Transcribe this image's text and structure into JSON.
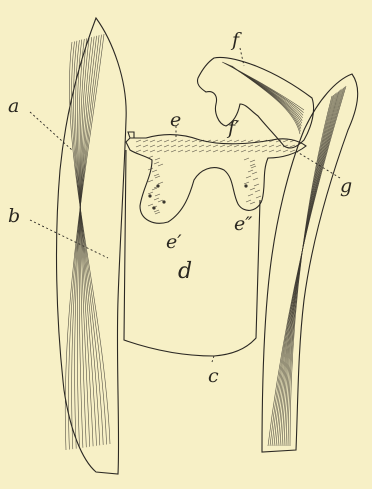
{
  "diagram": {
    "background": "#f7f0c6",
    "ink": "#2b2823",
    "labels": {
      "a": "a",
      "b": "b",
      "c": "c",
      "d": "d",
      "e": "e",
      "e_prime": "e′",
      "e_double_prime": "e″",
      "f": "f",
      "f_prime": "f′",
      "g": "g"
    }
  }
}
